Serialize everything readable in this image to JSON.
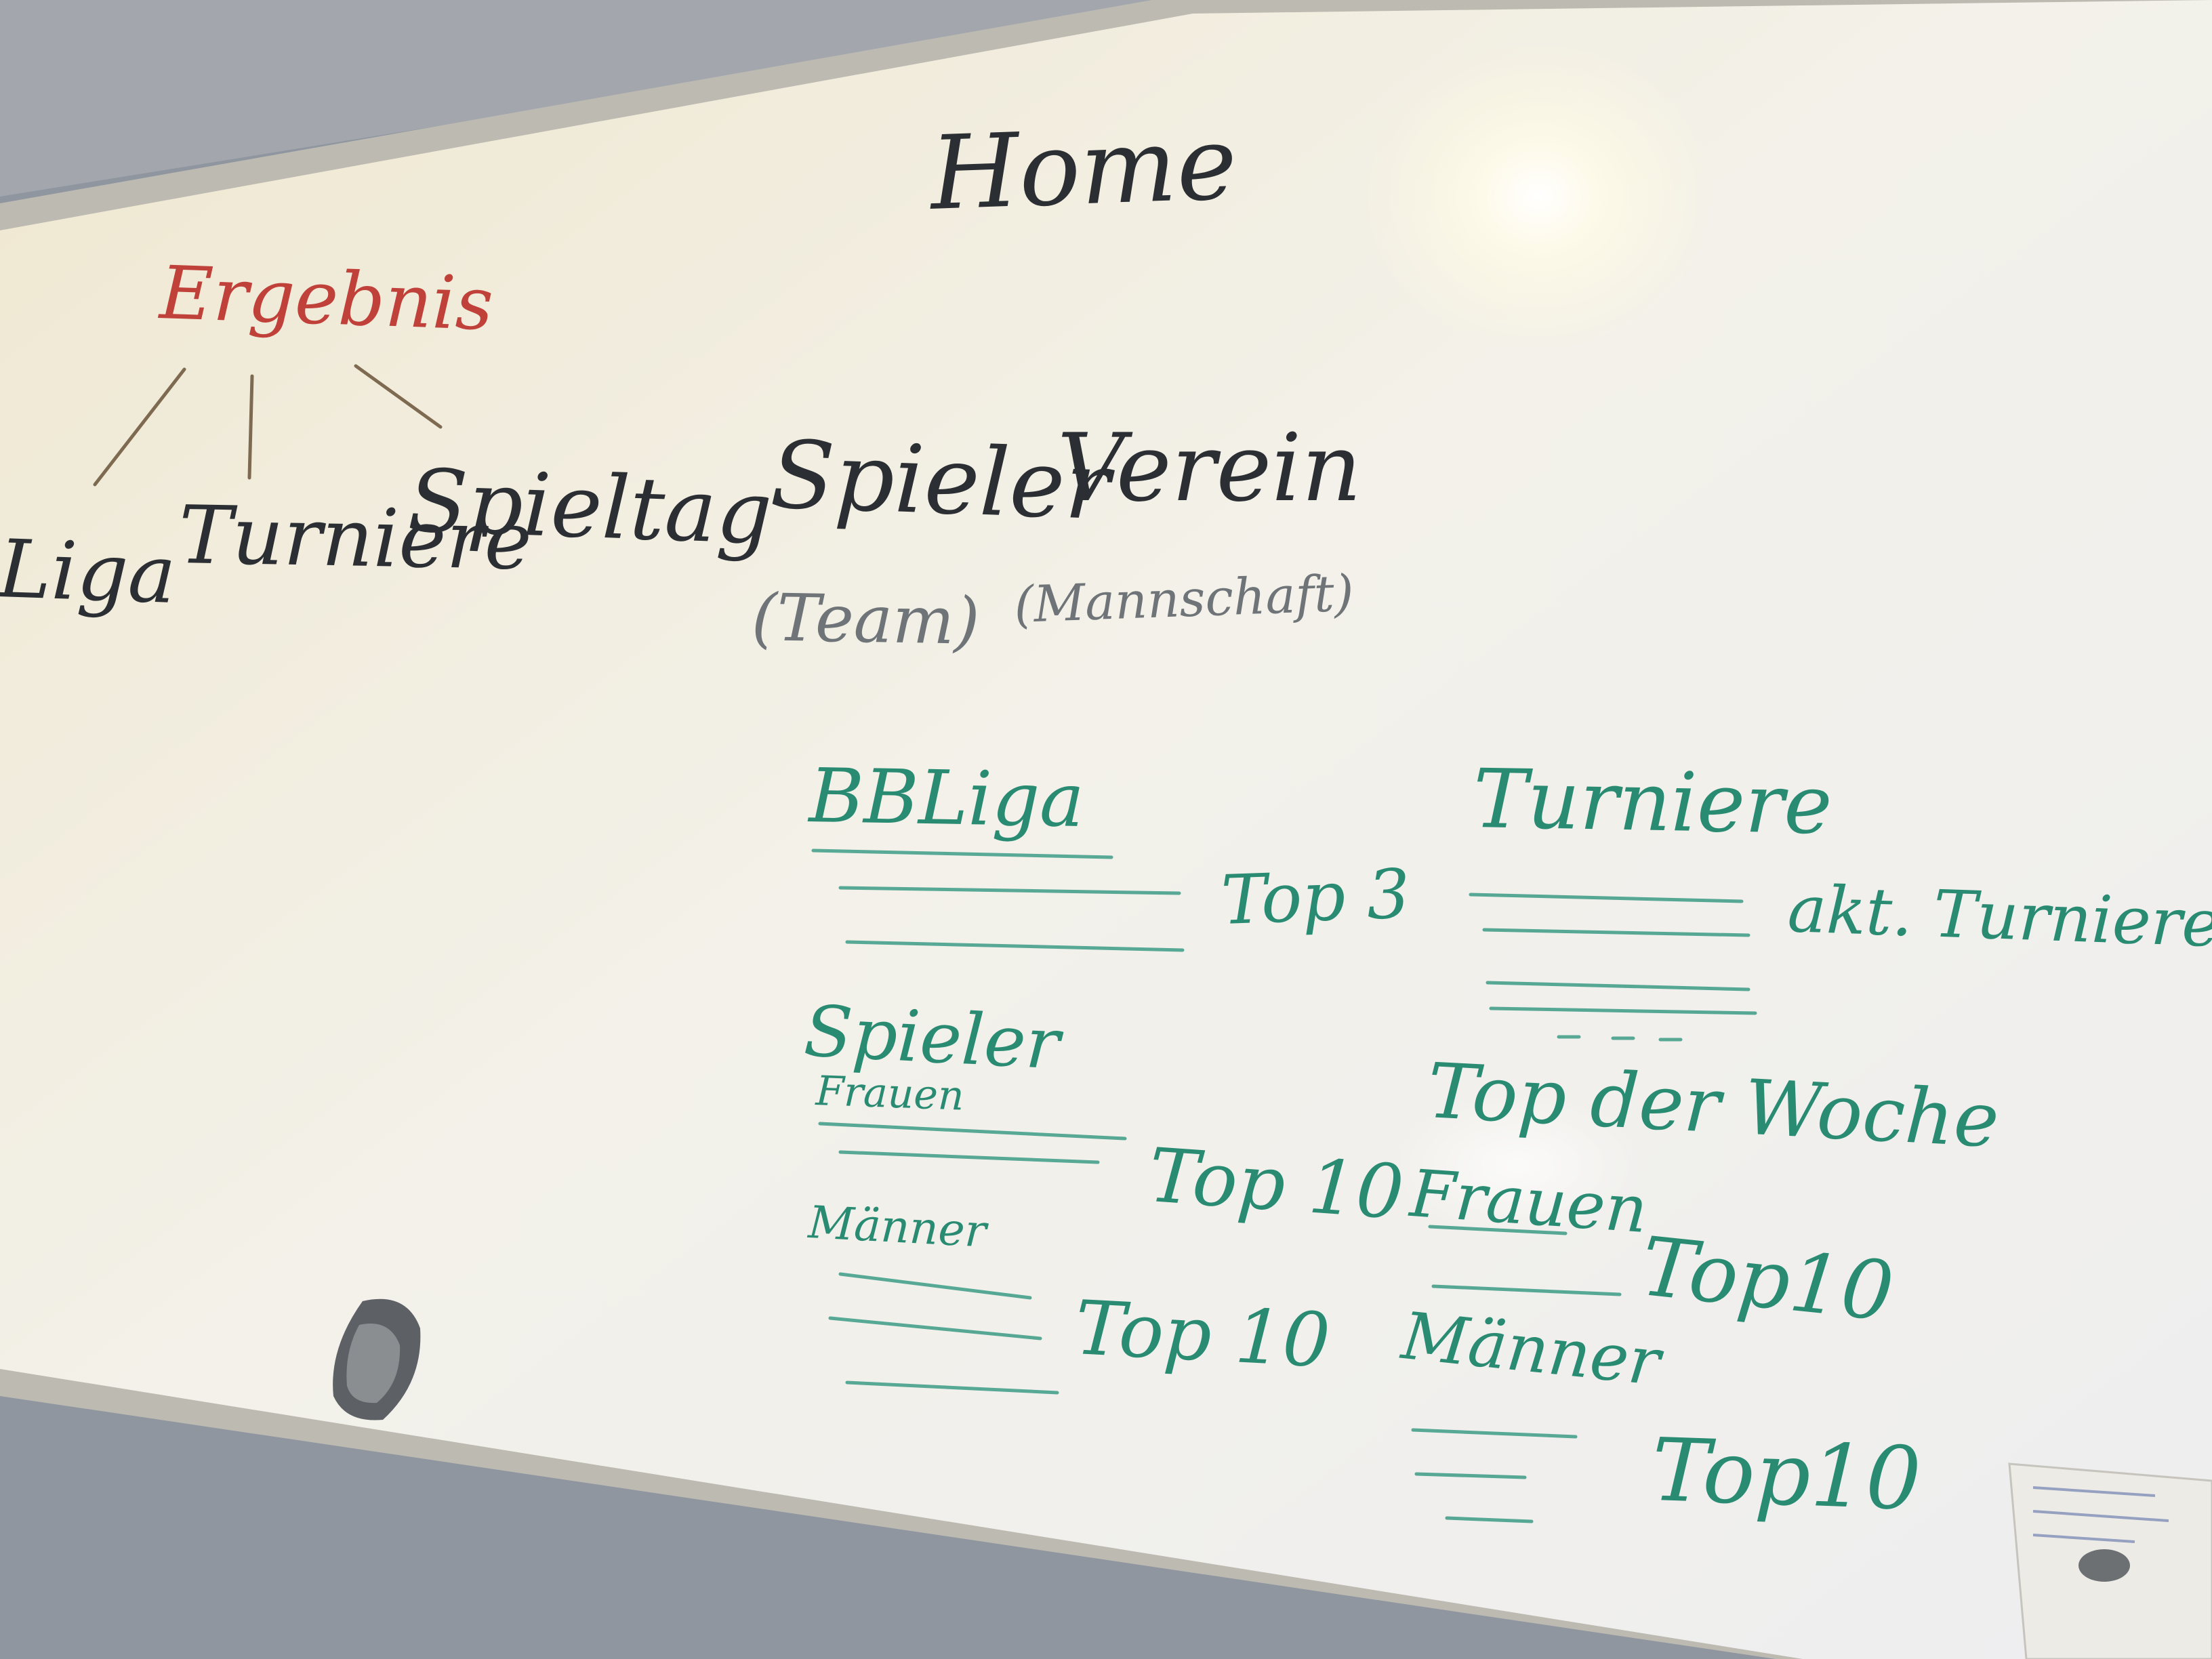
{
  "board": {
    "title": "Home",
    "red": {
      "heading": "Ergebnis"
    },
    "black": {
      "liga": "Liga",
      "turniere": "Turniere",
      "spieltag": "Spieltag",
      "spieler": "Spieler",
      "team": "(Team)",
      "verein": "Verein",
      "mannschaft": "(Mannschaft)"
    },
    "green": {
      "bbliga": "BBLiga",
      "top3": "Top 3",
      "spieler": "Spieler",
      "frauen": "Frauen",
      "top10_a": "Top 10",
      "maenner": "Männer",
      "top10_b": "Top 10",
      "turniere": "Turniere",
      "akt_turniere": "akt. Turniere",
      "ellipsis": "...",
      "top_der_woche": "Top der Woche",
      "frauen_2": "Frauen",
      "top10_c": "Top10",
      "maenner_2": "Männer",
      "top10_d": "Top10"
    }
  },
  "colors": {
    "wall": "#8f96a0",
    "board": "#f2f0e8",
    "frame": "#b9b6ad",
    "marker_black": "#2b2f33",
    "marker_red": "#c0413a",
    "marker_green": "#2a8b73"
  }
}
